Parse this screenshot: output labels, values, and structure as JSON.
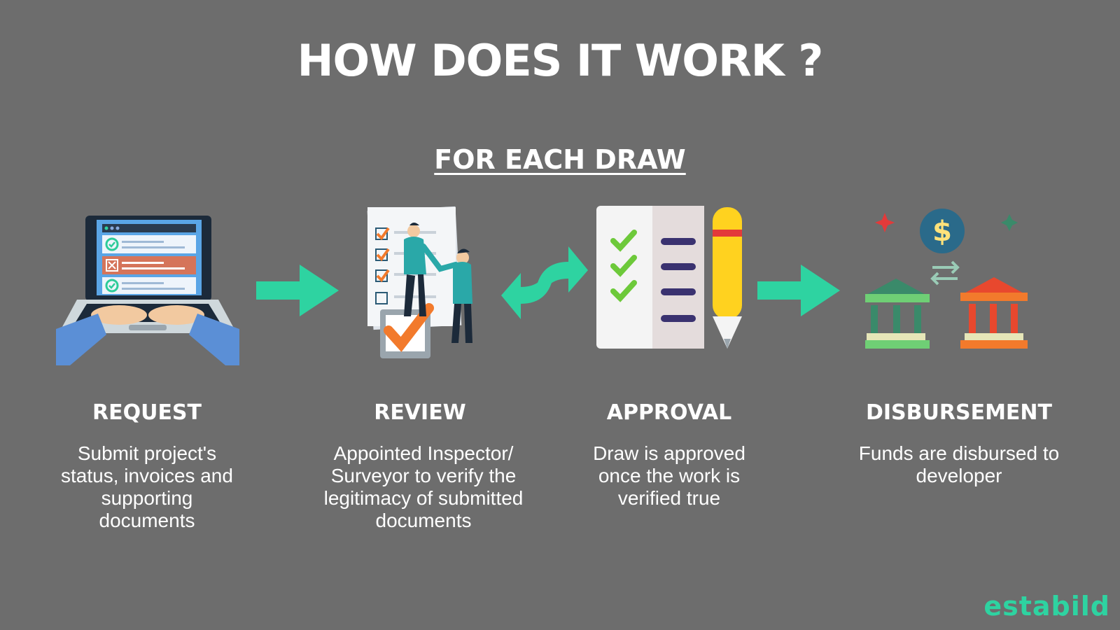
{
  "header": {
    "title": "HOW DOES IT WORK ?",
    "subtitle": "FOR EACH DRAW"
  },
  "steps": [
    {
      "icon": "laptop-typing-icon",
      "title": "REQUEST",
      "description": "Submit project's status, invoices and supporting documents"
    },
    {
      "icon": "review-checklist-handshake-icon",
      "title": "REVIEW",
      "description": "Appointed Inspector/ Surveyor to verify the legitimacy of submitted documents"
    },
    {
      "icon": "approval-checklist-pencil-icon",
      "title": "APPROVAL",
      "description": "Draw is approved once the work is verified true"
    },
    {
      "icon": "bank-transfer-dollar-icon",
      "title": "DISBURSEMENT",
      "description": "Funds are disbursed to developer"
    }
  ],
  "connectors": [
    "arrow-right-icon",
    "two-way-arrows-icon",
    "arrow-right-icon"
  ],
  "brand": {
    "name": "estabild"
  },
  "colors": {
    "background": "#6d6d6d",
    "accent": "#2ed3a1",
    "orange": "#f27a2c",
    "green_check": "#6dc93a",
    "bank_green": "#6fcf75",
    "bank_red": "#e8482e"
  }
}
